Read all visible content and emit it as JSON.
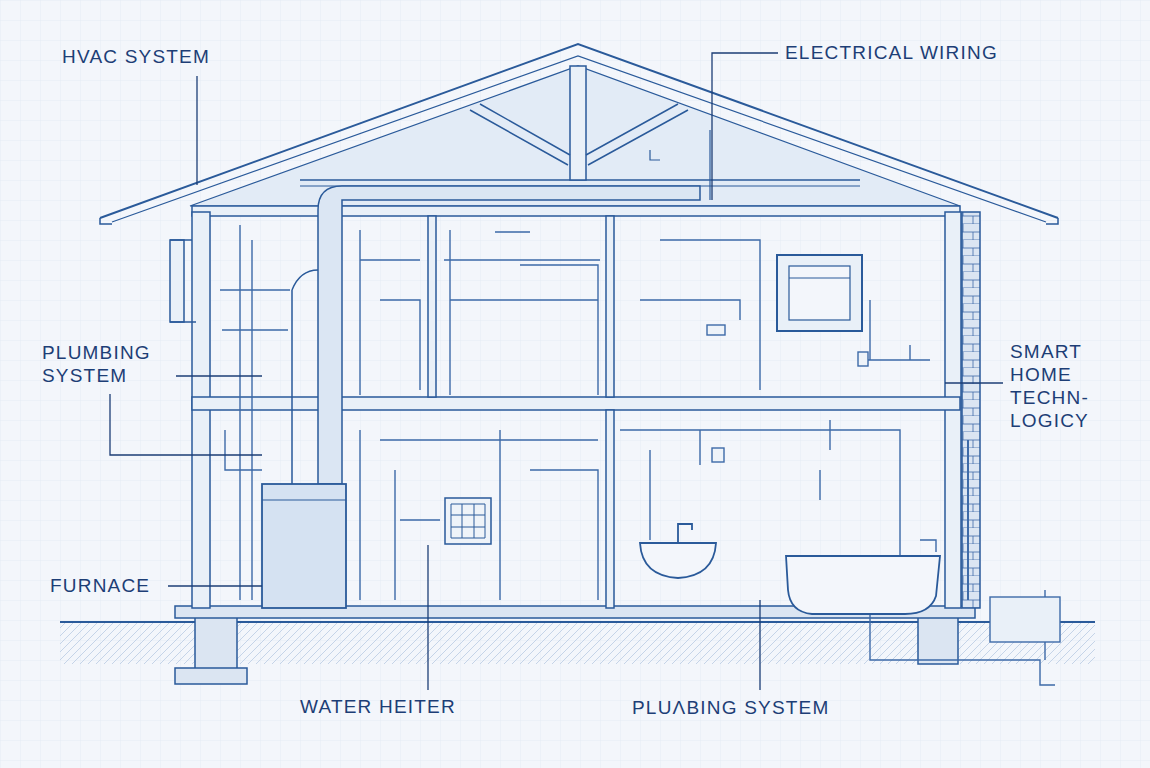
{
  "diagram": {
    "labels": [
      "HVAC SYSTEM",
      "ELECTRICAL WIRING",
      "PLUMBING SYSTEM",
      "SMART HOME TECHN- LOGICY",
      "FURNACE",
      "WATER HEITER",
      "PLUΛBING SYSTEM"
    ]
  }
}
